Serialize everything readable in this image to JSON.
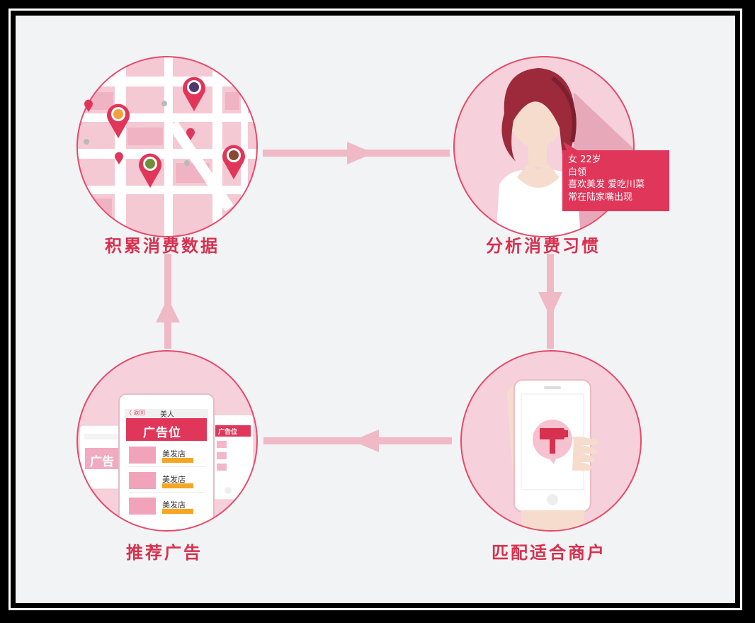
{
  "steps": [
    {
      "label": "积累消费数据"
    },
    {
      "label": "分析消费习惯"
    },
    {
      "label": "匹配适合商户"
    },
    {
      "label": "推荐广告"
    }
  ],
  "profile_tag": {
    "line1": "女  22岁",
    "line2": "白领",
    "line3": "喜欢美发 爱吃川菜",
    "line4": "常在陆家嘴出现"
  },
  "phone_mock": {
    "back_label": "〈 返回",
    "header_title": "美人",
    "ad_slot_label": "广告位",
    "side_ad_label": "广告位",
    "back_ad_label": "广告",
    "shop_name": "美发店",
    "shop_names": [
      "美发店",
      "美发店",
      "美发店"
    ]
  },
  "colors": {
    "accent": "#d6314f",
    "circle_fill": "#f7d2dc",
    "arrow": "#f0b9c6",
    "bubble": "#e0365a"
  },
  "icons": [
    "map-pin-icon",
    "hair-dryer-icon",
    "arrow-right-icon",
    "arrow-down-icon",
    "arrow-left-icon",
    "arrow-up-icon"
  ]
}
